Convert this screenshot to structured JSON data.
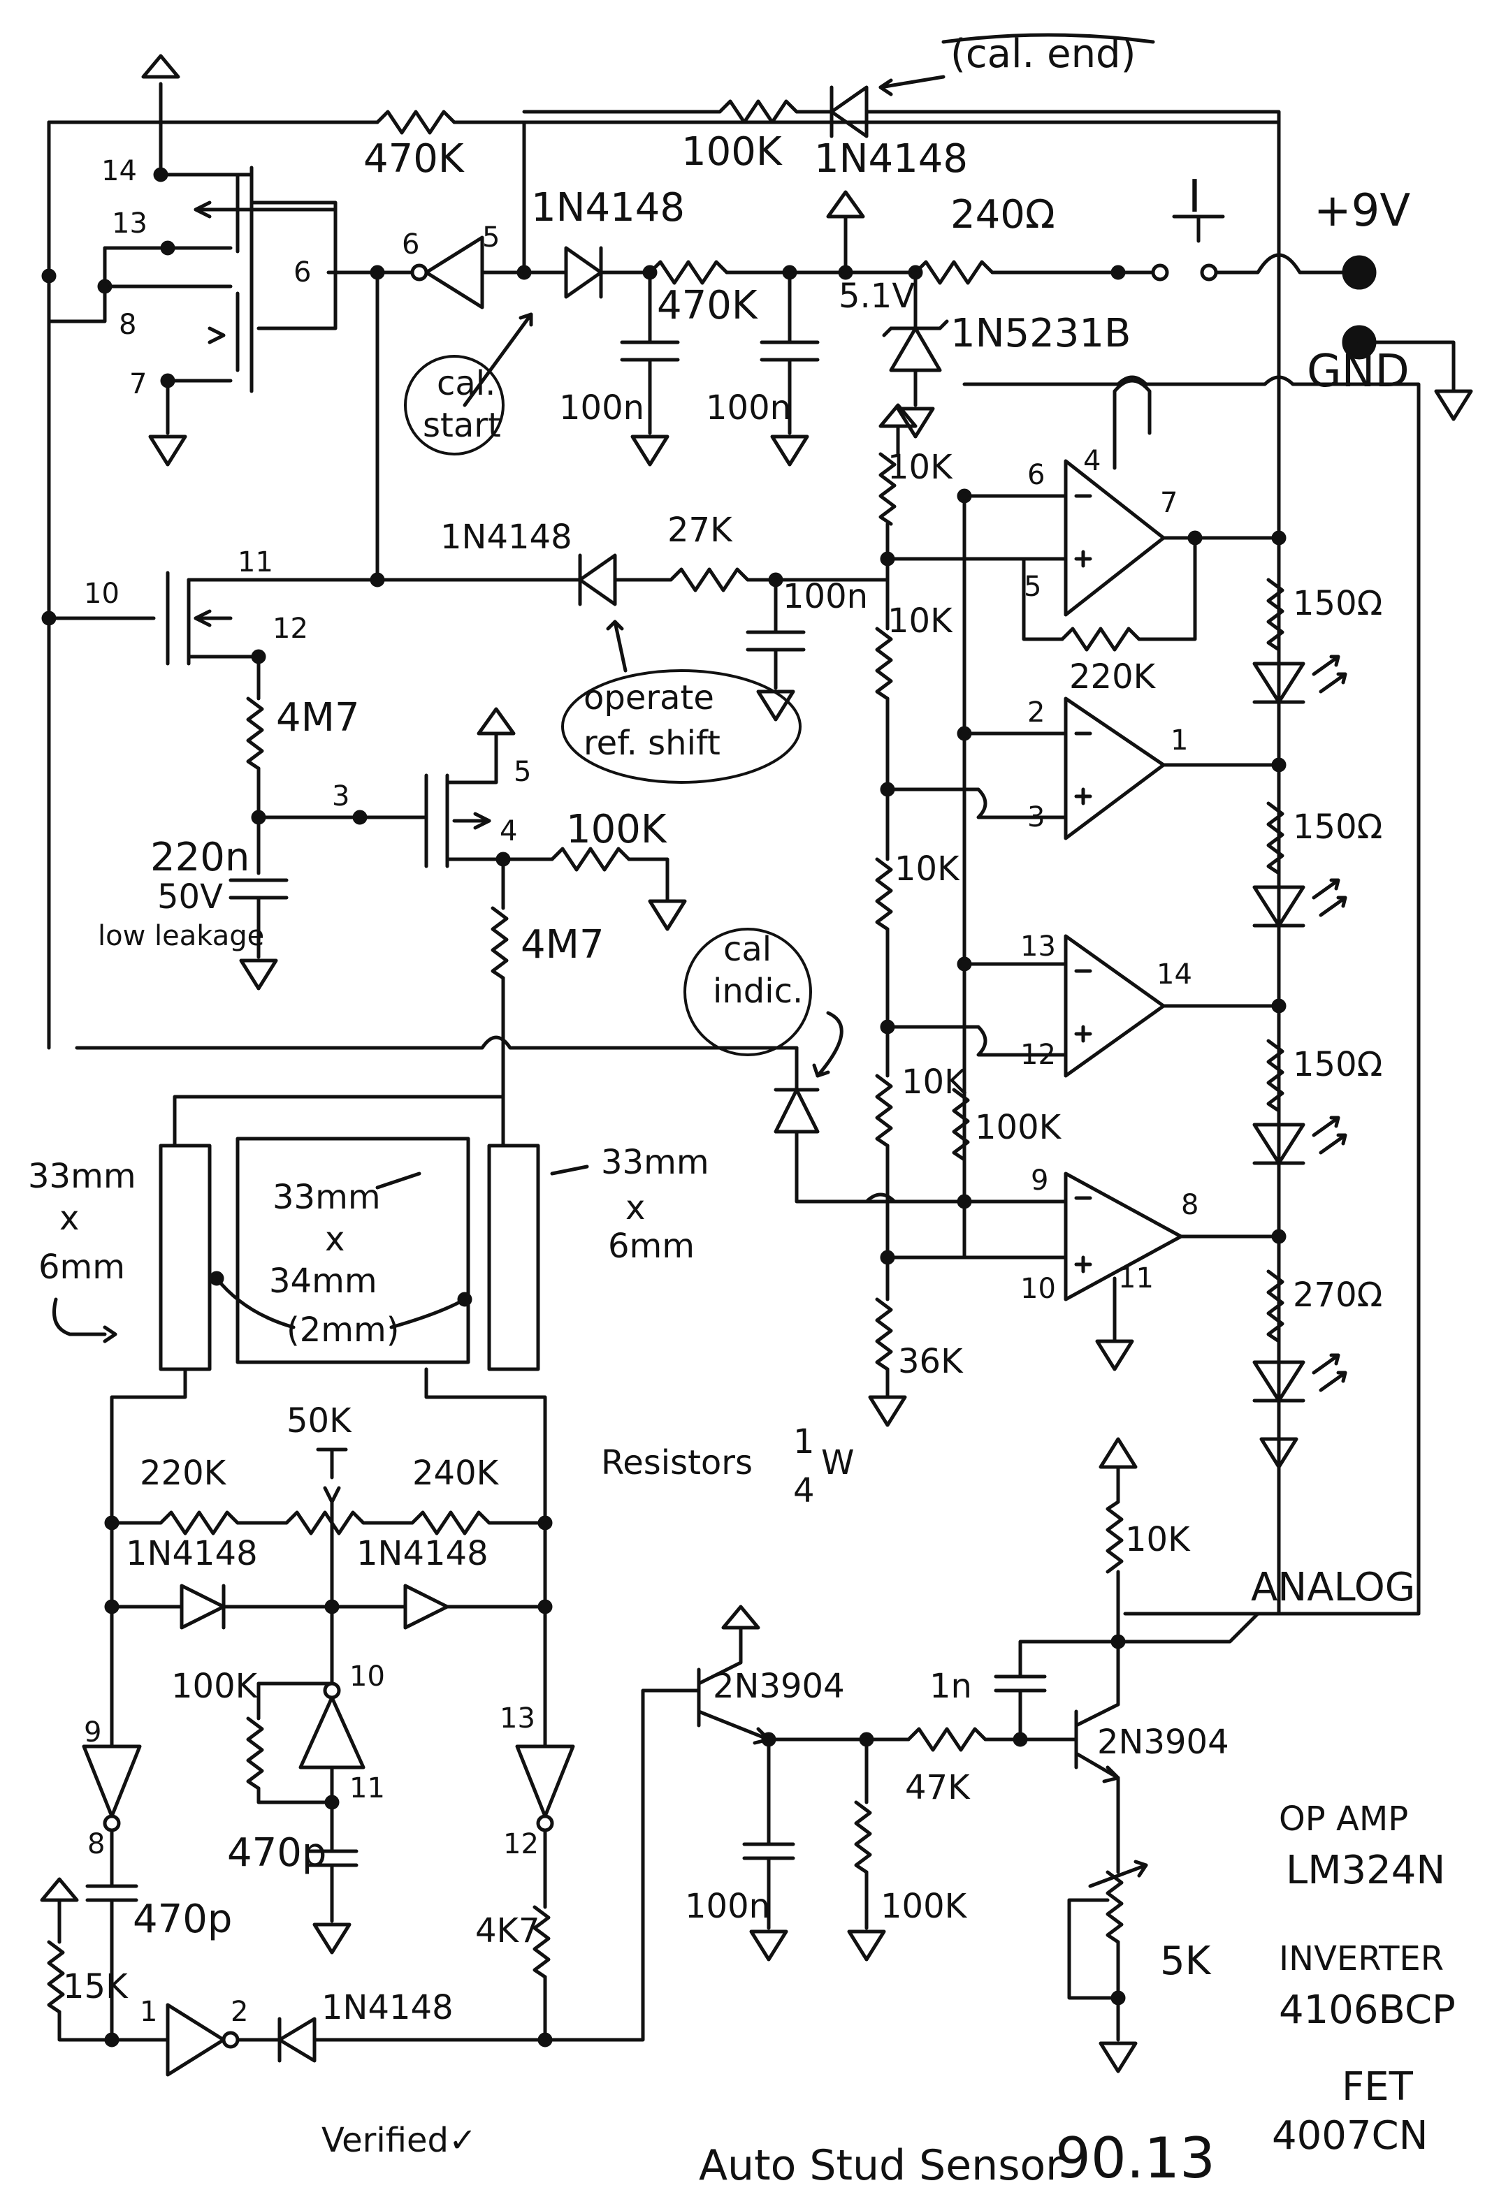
{
  "colors": {
    "ink": "#111111",
    "paper": "#ffffff"
  },
  "resistors": {
    "r470k_top": "470K",
    "r100k_top": "100K",
    "r240": "240Ω",
    "r470k_mid": "470K",
    "r27k": "27K",
    "r4m7_a": "4M7",
    "r100k_fet": "100K",
    "r4m7_b": "4M7",
    "r10k_1": "10K",
    "r10k_2": "10K",
    "r10k_3": "10K",
    "r10k_4": "10K",
    "r100k_hyst": "100K",
    "r36k": "36K",
    "r220k_fb": "220K",
    "r150_1": "150Ω",
    "r150_2": "150Ω",
    "r150_3": "150Ω",
    "r270": "270Ω",
    "r220k_bridge": "220K",
    "r50k_pot": "50K",
    "r240k_bridge": "240K",
    "r100k_osc": "100K",
    "r4k7": "4K7",
    "r15k": "15K",
    "r10k_out": "10K",
    "r47k": "47K",
    "r100k_base": "100K",
    "r5k_pot": "5K"
  },
  "capacitors": {
    "c100n_a": "100n",
    "c100n_b": "100n",
    "c100n_c": "100n",
    "c220n": "220n",
    "c220n_v": "50V",
    "c220n_note": "low leakage",
    "c470p_a": "470p",
    "c470p_b": "470p",
    "c1n": "1n",
    "c100n_d": "100n"
  },
  "diodes": {
    "d_calend": "1N4148",
    "d_calstart": "1N4148",
    "d_ref": "1N4148",
    "zener": "1N5231B",
    "zener_v": "5.1V",
    "d_bridge_l": "1N4148",
    "d_bridge_r": "1N4148",
    "d_out": "1N4148"
  },
  "transistors": {
    "q1": "2N3904",
    "q2": "2N3904"
  },
  "annotations": {
    "cal_end": "(cal. end)",
    "cal_start_1": "cal.",
    "cal_start_2": "start",
    "operate_1": "operate",
    "operate_2": "ref. shift",
    "cal_indic_1": "cal",
    "cal_indic_2": "indic.",
    "plate_left_1": "33mm",
    "plate_left_2": "x",
    "plate_left_3": "6mm",
    "plate_mid_1": "33mm",
    "plate_mid_2": "x",
    "plate_mid_3": "34mm",
    "plate_mid_4": "(2mm)",
    "plate_right_1": "33mm",
    "plate_right_2": "x",
    "plate_right_3": "6mm",
    "resistors_note": "Resistors",
    "resistors_frac_num": "1",
    "resistors_frac_den": "4",
    "resistors_w": "W",
    "analog": "ANALOG",
    "supply": "+9V",
    "gnd": "GND",
    "switch": "I"
  },
  "parts_list": {
    "opamp_label": "OP AMP",
    "opamp_part": "LM324N",
    "inverter_label": "INVERTER",
    "inverter_part": "4106BCP",
    "fet_label": "FET",
    "fet_part": "4007CN"
  },
  "footer": {
    "verified": "Verified✓",
    "title": "Auto Stud Sensor",
    "version": "90.13"
  },
  "pins": {
    "p14": "14",
    "p13": "13",
    "p8": "8",
    "p7": "7",
    "p6": "6",
    "inv_6": "6",
    "inv_5": "5",
    "p10": "10",
    "p11": "11",
    "p12": "12",
    "p3": "3",
    "p5": "5",
    "p4": "4",
    "oa_6": "6",
    "oa_4": "4",
    "oa_7": "7",
    "oa_5": "5",
    "oa_2": "2",
    "oa_1": "1",
    "oa_3": "3",
    "oa_13": "13",
    "oa_14": "14",
    "oa_12": "12",
    "oa_9": "9",
    "oa_8": "8",
    "oa_10": "10",
    "oa_11": "11",
    "inv_9": "9",
    "inv_8": "8",
    "inv_10": "10",
    "inv_11": "11",
    "inv_13": "13",
    "inv_12": "12",
    "inv_1": "1",
    "inv_2": "2"
  }
}
